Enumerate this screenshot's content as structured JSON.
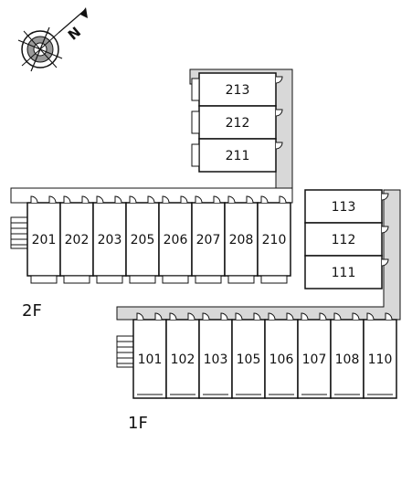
{
  "compass": {
    "label": "N",
    "icon": "compass-rose-icon"
  },
  "floors": [
    {
      "label": "2F",
      "rows": [
        {
          "name": "upper-row",
          "units": [
            "213",
            "212",
            "211"
          ]
        },
        {
          "name": "main-row",
          "units": [
            "201",
            "202",
            "203",
            "205",
            "206",
            "207",
            "208",
            "210"
          ]
        }
      ]
    },
    {
      "label": "1F",
      "rows": [
        {
          "name": "side-row",
          "units": [
            "113",
            "112",
            "111"
          ]
        },
        {
          "name": "main-row",
          "units": [
            "101",
            "102",
            "103",
            "105",
            "106",
            "107",
            "108",
            "110"
          ]
        }
      ]
    }
  ],
  "colors": {
    "line": "#111111",
    "corridor": "#d8d8d8",
    "background": "#ffffff"
  }
}
